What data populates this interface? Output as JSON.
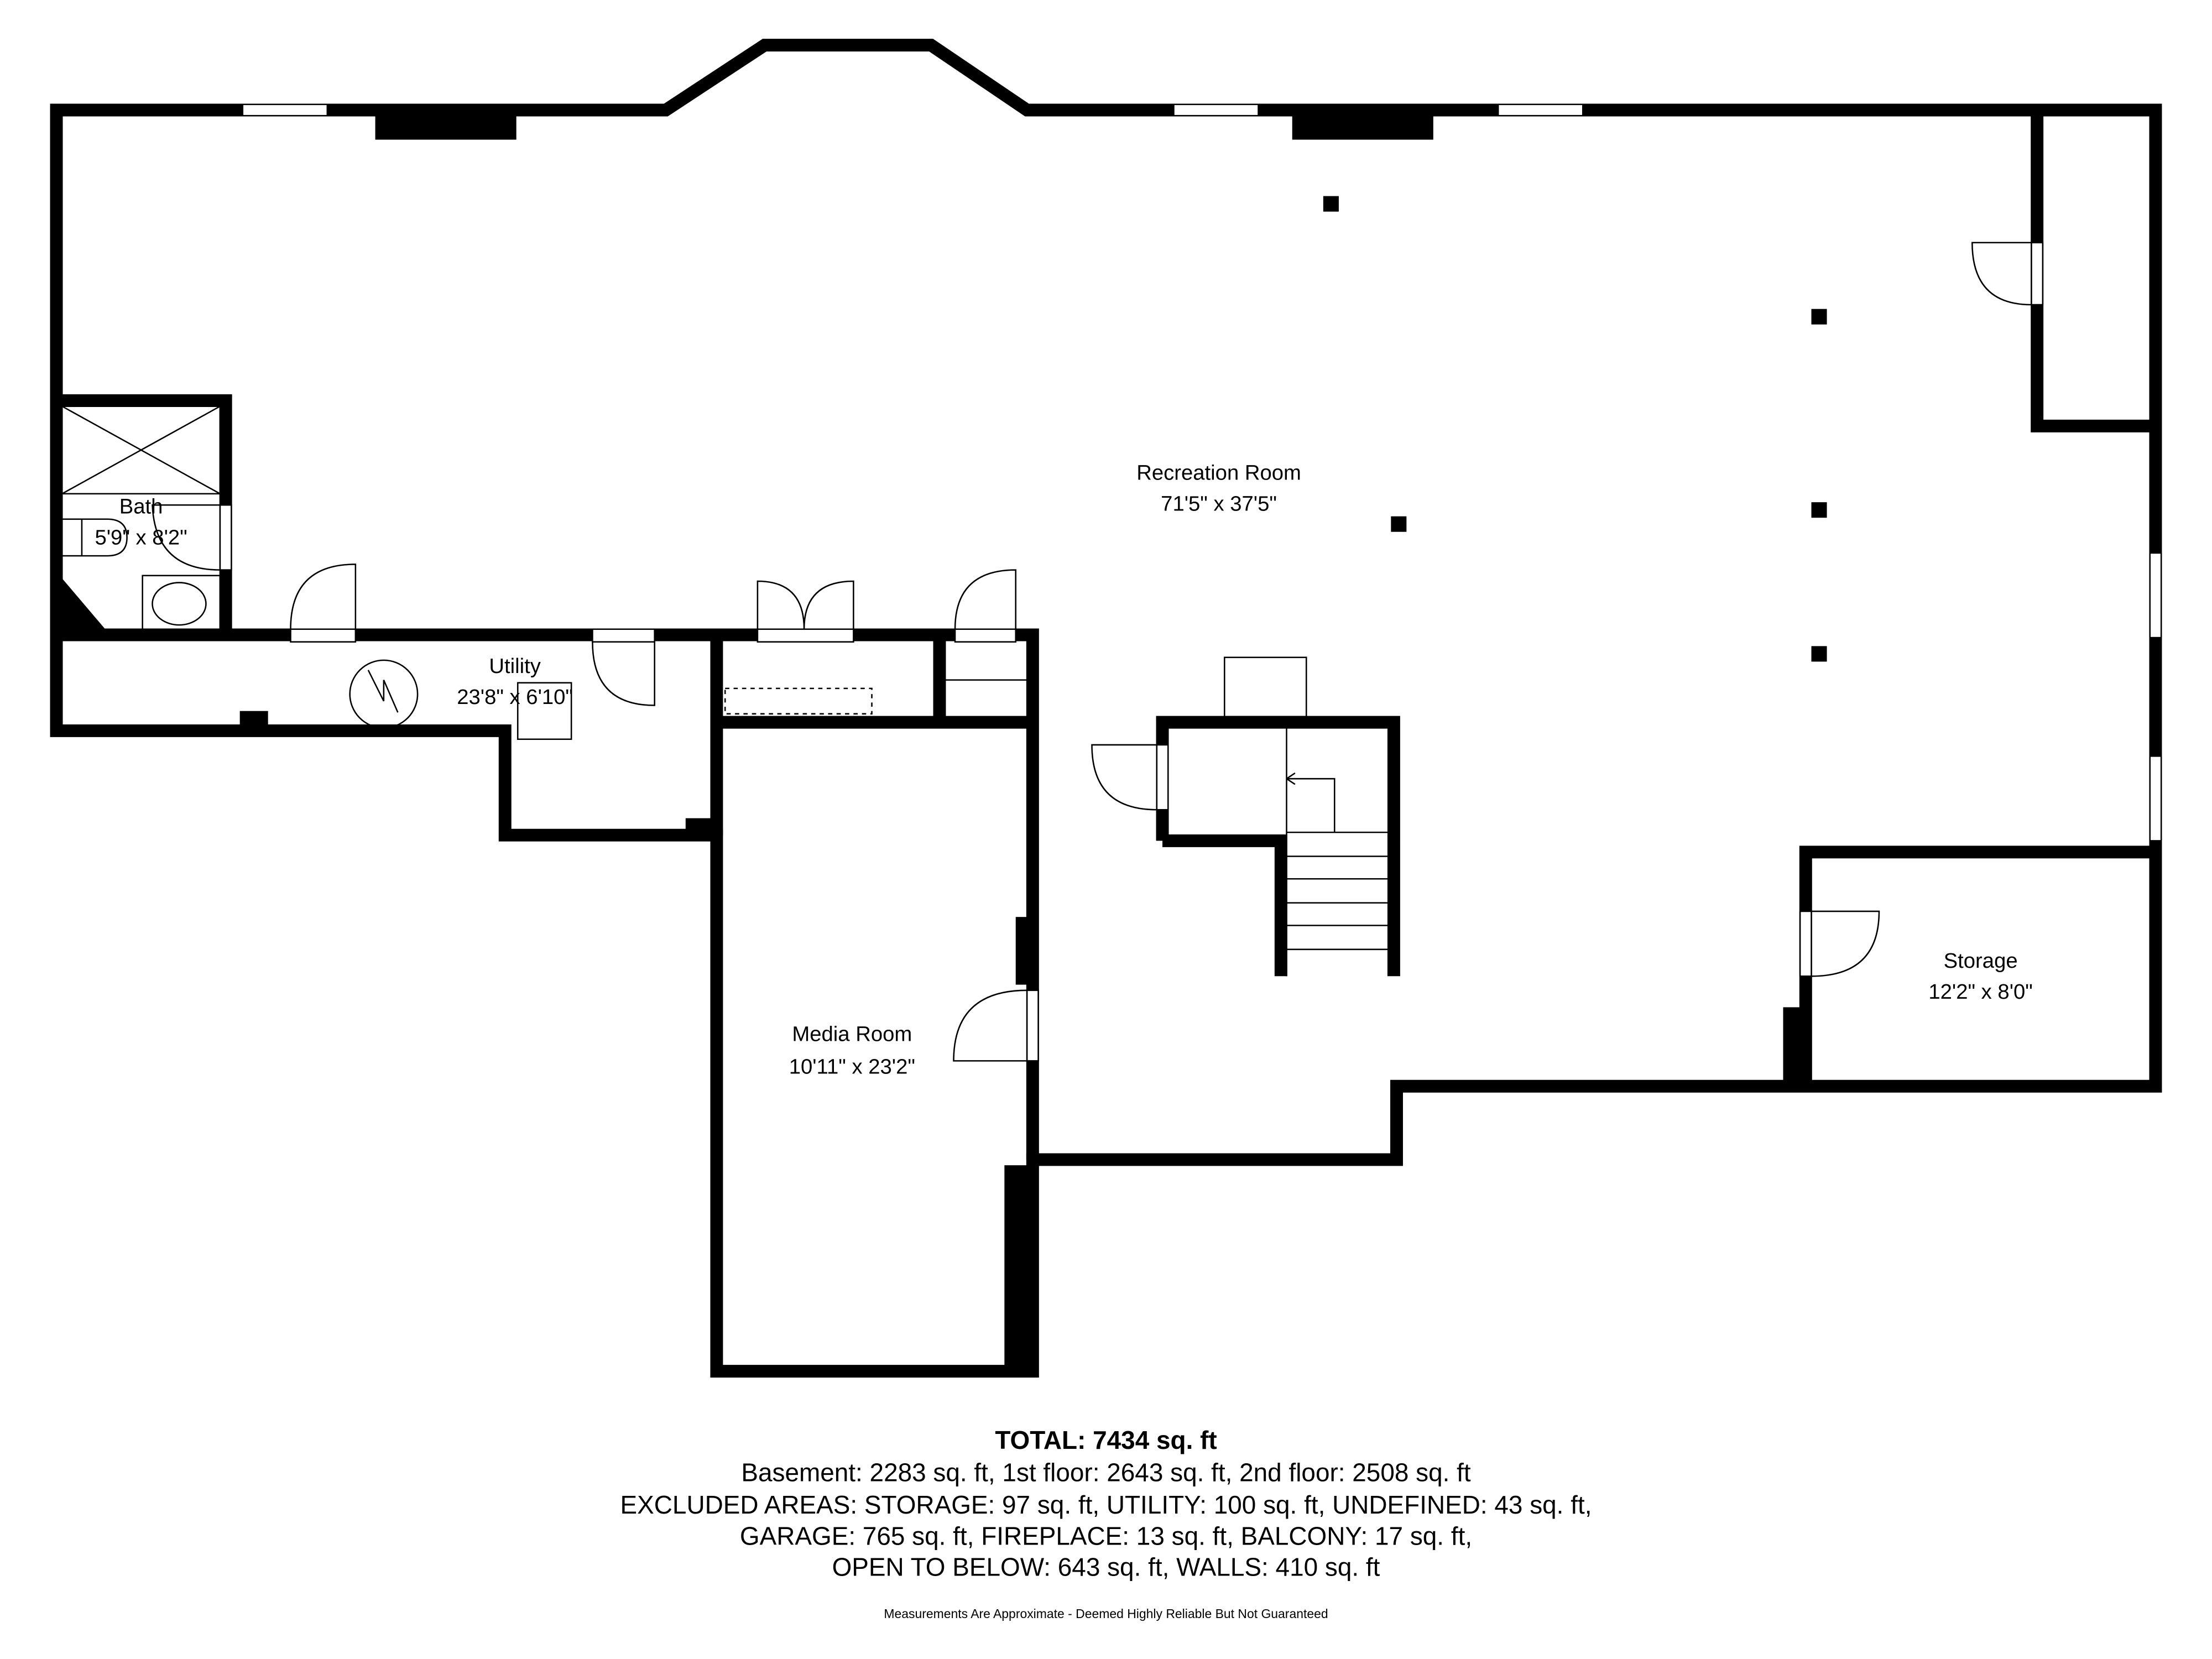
{
  "rooms": {
    "recreation": {
      "name": "Recreation Room",
      "size": "71'5\" x 37'5\""
    },
    "bath": {
      "name": "Bath",
      "size": "5'9\" x 8'2\""
    },
    "utility": {
      "name": "Utility",
      "size": "23'8\" x 6'10\""
    },
    "media": {
      "name": "Media Room",
      "size": "10'11\" x 23'2\""
    },
    "storage": {
      "name": "Storage",
      "size": "12'2\" x 8'0\""
    }
  },
  "summary": {
    "total": "TOTAL: 7434 sq. ft",
    "floors": "Basement: 2283 sq. ft, 1st floor: 2643 sq. ft, 2nd floor: 2508 sq. ft",
    "excluded_1": "EXCLUDED AREAS: STORAGE: 97 sq. ft, UTILITY: 100 sq. ft, UNDEFINED: 43 sq. ft,",
    "excluded_2": "GARAGE: 765 sq. ft, FIREPLACE: 13 sq. ft, BALCONY: 17 sq. ft,",
    "excluded_3": "OPEN TO BELOW: 643 sq. ft, WALLS: 410 sq. ft",
    "disclaimer": "Measurements Are Approximate - Deemed Highly Reliable But Not Guaranteed"
  },
  "colors": {
    "wall": "#000000",
    "background": "#ffffff"
  }
}
